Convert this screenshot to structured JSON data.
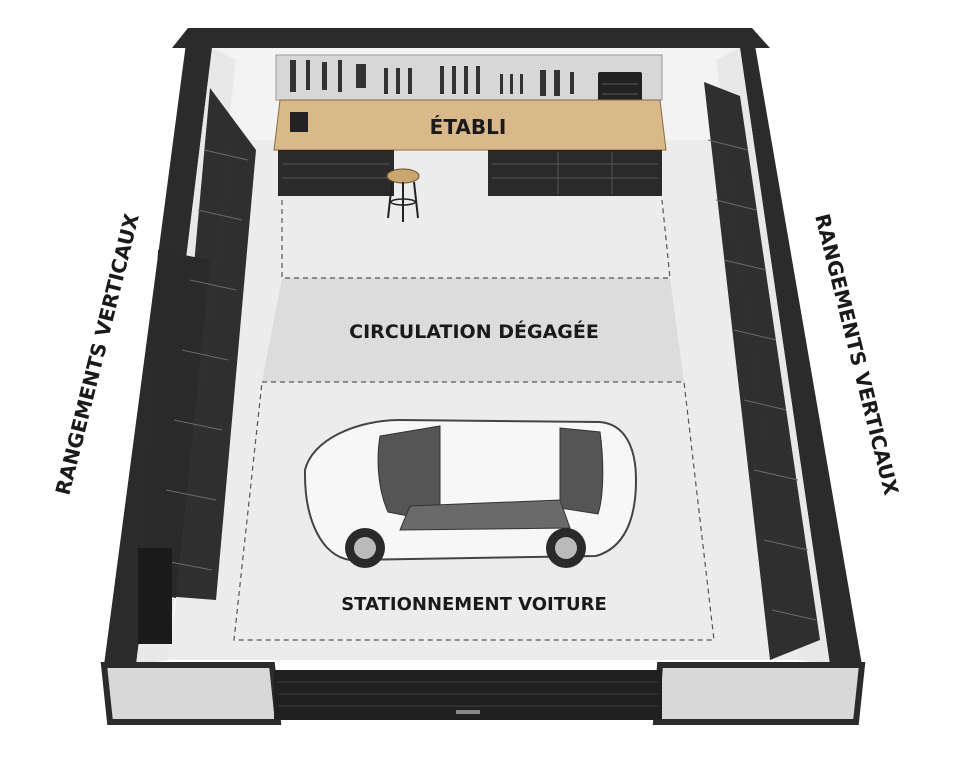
{
  "zones": {
    "workbench": "ÉTABLI",
    "circulation": "CIRCULATION DÉGAGÉE",
    "parking": "STATIONNEMENT VOITURE"
  },
  "sides": {
    "left": "RANGEMENTS VERTICAUX",
    "right": "RANGEMENTS VERTICAUX"
  },
  "colors": {
    "wall": "#2b2b2b",
    "floor": "#ececec",
    "circulation_band": "#dcdcdc",
    "workbench_top": "#d9b98a",
    "shelving": "#1e1e1e"
  }
}
